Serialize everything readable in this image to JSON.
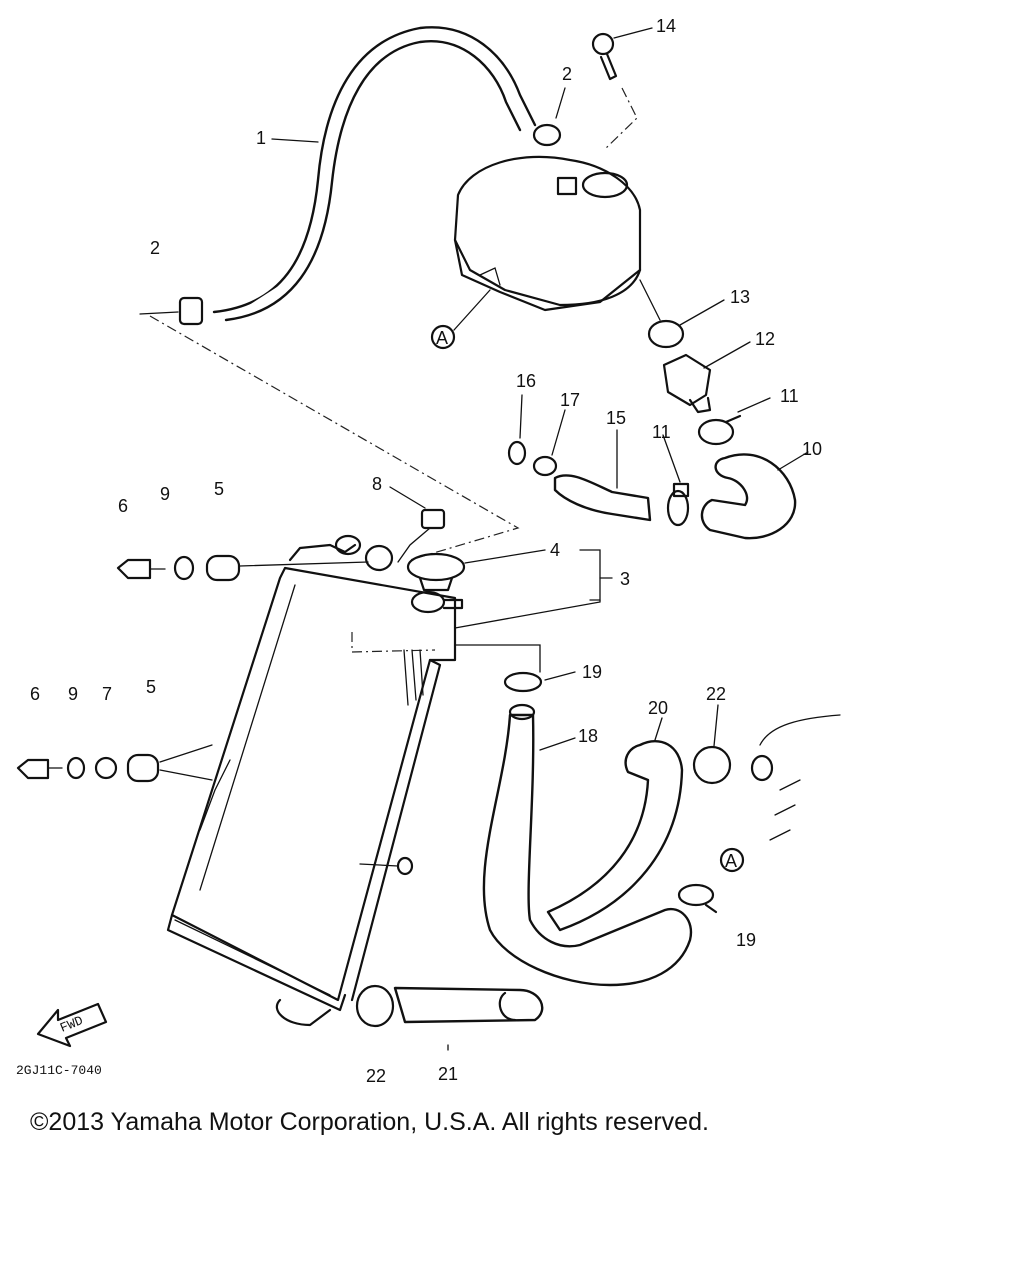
{
  "callouts": [
    {
      "id": "c1",
      "text": "1"
    },
    {
      "id": "c2a",
      "text": "2"
    },
    {
      "id": "c2b",
      "text": "2"
    },
    {
      "id": "c3",
      "text": "3"
    },
    {
      "id": "c4",
      "text": "4"
    },
    {
      "id": "c5a",
      "text": "5"
    },
    {
      "id": "c5b",
      "text": "5"
    },
    {
      "id": "c6a",
      "text": "6"
    },
    {
      "id": "c6b",
      "text": "6"
    },
    {
      "id": "c7",
      "text": "7"
    },
    {
      "id": "c8",
      "text": "8"
    },
    {
      "id": "c9a",
      "text": "9"
    },
    {
      "id": "c9b",
      "text": "9"
    },
    {
      "id": "c10",
      "text": "10"
    },
    {
      "id": "c11a",
      "text": "11"
    },
    {
      "id": "c11b",
      "text": "11"
    },
    {
      "id": "c12",
      "text": "12"
    },
    {
      "id": "c13",
      "text": "13"
    },
    {
      "id": "c14",
      "text": "14"
    },
    {
      "id": "c15",
      "text": "15"
    },
    {
      "id": "c16",
      "text": "16"
    },
    {
      "id": "c17",
      "text": "17"
    },
    {
      "id": "c18",
      "text": "18"
    },
    {
      "id": "c19a",
      "text": "19"
    },
    {
      "id": "c19b",
      "text": "19"
    },
    {
      "id": "c20",
      "text": "20"
    },
    {
      "id": "c21",
      "text": "21"
    },
    {
      "id": "c22a",
      "text": "22"
    },
    {
      "id": "c22b",
      "text": "22"
    }
  ],
  "reference_marks": {
    "a_top": "A",
    "a_right": "A"
  },
  "fwd_label": "FWD",
  "drawing_code": "2GJ11C-7040",
  "copyright": "©2013 Yamaha Motor Corporation, U.S.A. All rights reserved."
}
